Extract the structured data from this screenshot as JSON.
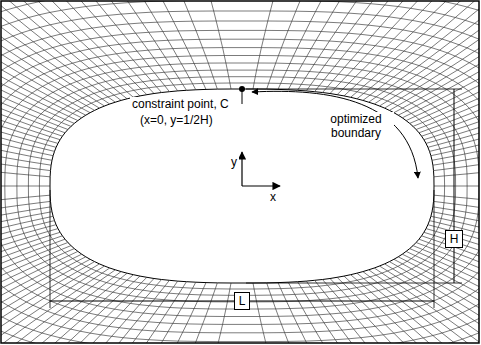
{
  "diagram": {
    "labels": [
      "constraint point, C",
      "(x=0, y=1/2H)",
      "optimized boundary",
      "y",
      "x",
      "H",
      "L"
    ]
  }
}
